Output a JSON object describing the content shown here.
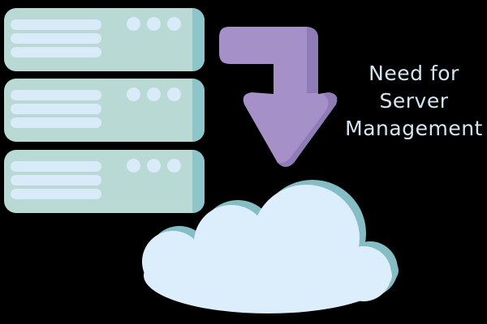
{
  "title": "Need for Server Management diagram",
  "caption": {
    "lines": [
      "Need for",
      "Server",
      "Management"
    ]
  },
  "servers": {
    "count": 3,
    "bars_per_server": 3,
    "leds_per_server": 3
  },
  "arrow": {
    "direction": "down"
  },
  "cloud": {
    "shape": "cloud"
  },
  "colors": {
    "background": "#000000",
    "server_body": "#b9dad4",
    "server_edge": "#8cc5ca",
    "server_detail": "#d9eaf9",
    "arrow": "#a591c7",
    "arrow_shade": "#8f7bb5",
    "cloud": "#dceefb",
    "cloud_shade": "#85bdc4",
    "caption_text": "#d5e6f3"
  }
}
